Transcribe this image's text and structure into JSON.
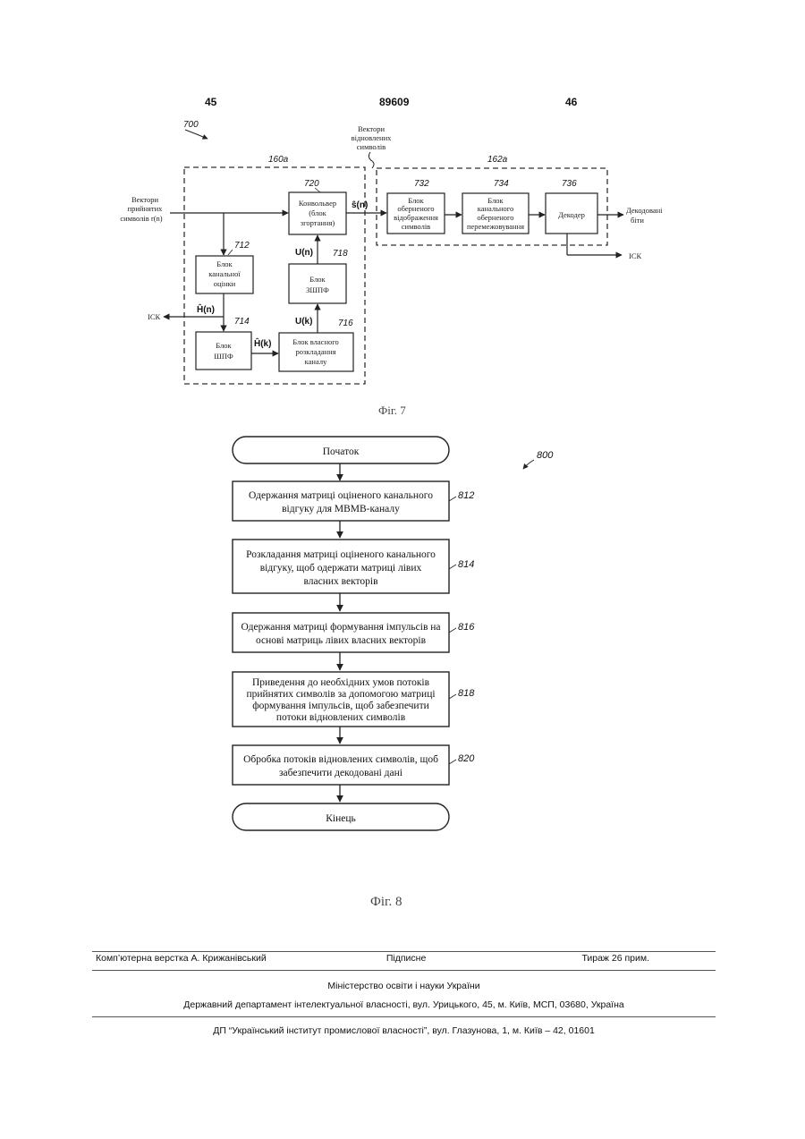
{
  "header": {
    "left_page": "45",
    "patent_number": "89609",
    "right_page": "46"
  },
  "fig7": {
    "ref": "700",
    "group_a_ref": "160a",
    "group_b_ref": "162a",
    "recovered_vectors_label": [
      "Вектори",
      "відновлених",
      "символів"
    ],
    "input_label": [
      "Вектори",
      "прийнятих",
      "символів r(n)"
    ],
    "blocks": {
      "convolver": {
        "ref": "720",
        "lines": [
          "Конвольвер",
          "(блок",
          "згортання)"
        ]
      },
      "channel_est": {
        "ref": "712",
        "lines": [
          "Блок",
          "канальної",
          "оцінки"
        ]
      },
      "fft": {
        "ref": "714",
        "lines": [
          "Блок",
          "ШПФ"
        ]
      },
      "eigen": {
        "ref": "716",
        "lines": [
          "Блок власного",
          "розкладання",
          "каналу"
        ]
      },
      "ifft": {
        "ref": "718",
        "lines": [
          "Блок",
          "ЗШПФ"
        ]
      },
      "demap": {
        "ref": "732",
        "lines": [
          "Блок",
          "оберненого",
          "відображення",
          "символів"
        ]
      },
      "deinterleave": {
        "ref": "734",
        "lines": [
          "Блок",
          "канального",
          "оберненого",
          "перемежовування"
        ]
      },
      "decoder": {
        "ref": "736",
        "lines": [
          "Декодер"
        ]
      }
    },
    "symbols": {
      "s_n": "ŝ(n)",
      "u_n": "U(n)",
      "u_k": "U(k)",
      "h_n": "Ĥ(n)",
      "h_k": "Ĥ(k)"
    },
    "csi_labels": [
      "ІСК",
      "ІСК"
    ],
    "output_label": [
      "Декодовані",
      "біти"
    ],
    "caption": "Фіг. 7"
  },
  "fig8": {
    "ref": "800",
    "start": "Початок",
    "end": "Кінець",
    "steps": [
      {
        "ref": "812",
        "lines": [
          "Одержання матриці оціненого канального",
          "відгуку для МВМВ-каналу"
        ]
      },
      {
        "ref": "814",
        "lines": [
          "Розкладання матриці оціненого канального",
          "відгуку, щоб одержати матриці лівих",
          "власних векторів"
        ]
      },
      {
        "ref": "816",
        "lines": [
          "Одержання матриці формування імпульсів на",
          "основі матриць лівих власних векторів"
        ]
      },
      {
        "ref": "818",
        "lines": [
          "Приведення до необхідних умов потоків",
          "прийнятих символів за допомогою матриці",
          "формування імпульсів, щоб забезпечити",
          "потоки відновлених символів"
        ]
      },
      {
        "ref": "820",
        "lines": [
          "Обробка потоків відновлених символів, щоб",
          "забезпечити декодовані дані"
        ]
      }
    ],
    "caption": "Фіг. 8"
  },
  "footer": {
    "layout": "Комп’ютерна верстка А. Крижанівський",
    "signed": "Підписне",
    "circulation": "Тираж 26 прим.",
    "ministry": "Міністерство освіти і науки України",
    "department": "Державний департамент інтелектуальної власності, вул. Урицького, 45, м. Київ, МСП, 03680, Україна",
    "institute": "ДП “Український інститут промислової власності”, вул. Глазунова, 1, м. Київ – 42, 01601"
  }
}
